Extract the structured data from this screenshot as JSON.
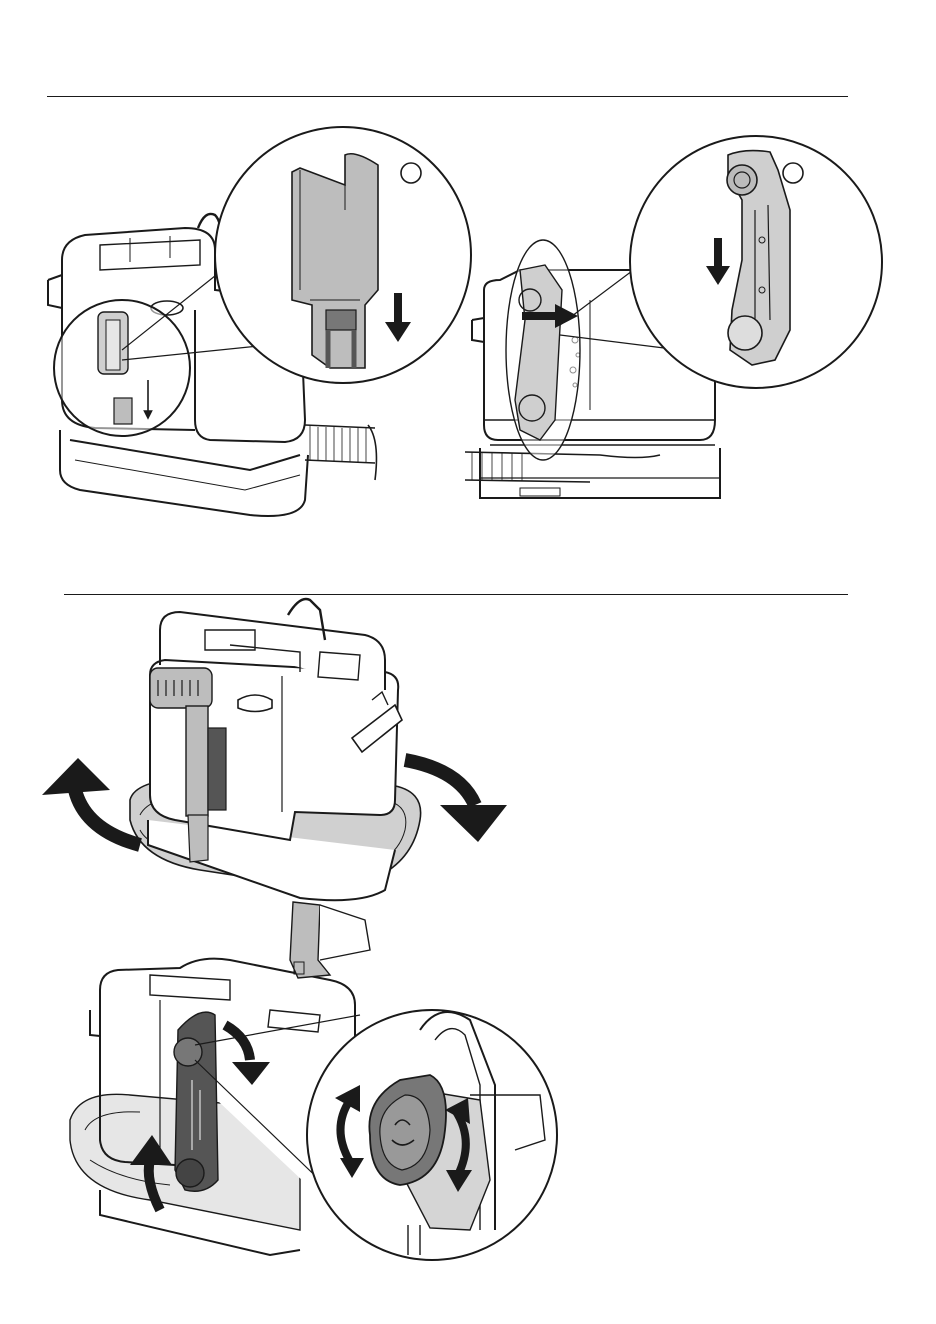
{
  "document": {
    "type": "assembly illustration page",
    "sections": [
      {
        "id": "section-1",
        "figures": [
          "tool-clip-install",
          "handle-clip-install"
        ]
      },
      {
        "id": "section-2",
        "figures": [
          "hose-wrap",
          "cord-wrap"
        ]
      }
    ],
    "callout_markers": [
      "",
      ""
    ]
  },
  "colors": {
    "line": "#1a1a1a",
    "part_fill": "#bdbdbd",
    "part_dark": "#6f6f6f",
    "highlight_dark": "#3a3a3a",
    "background": "#ffffff"
  },
  "icons": [
    "arrow-down-icon",
    "arrow-right-icon",
    "curved-arrow-up-icon",
    "curved-arrow-down-icon",
    "rotate-arrows-icon"
  ]
}
